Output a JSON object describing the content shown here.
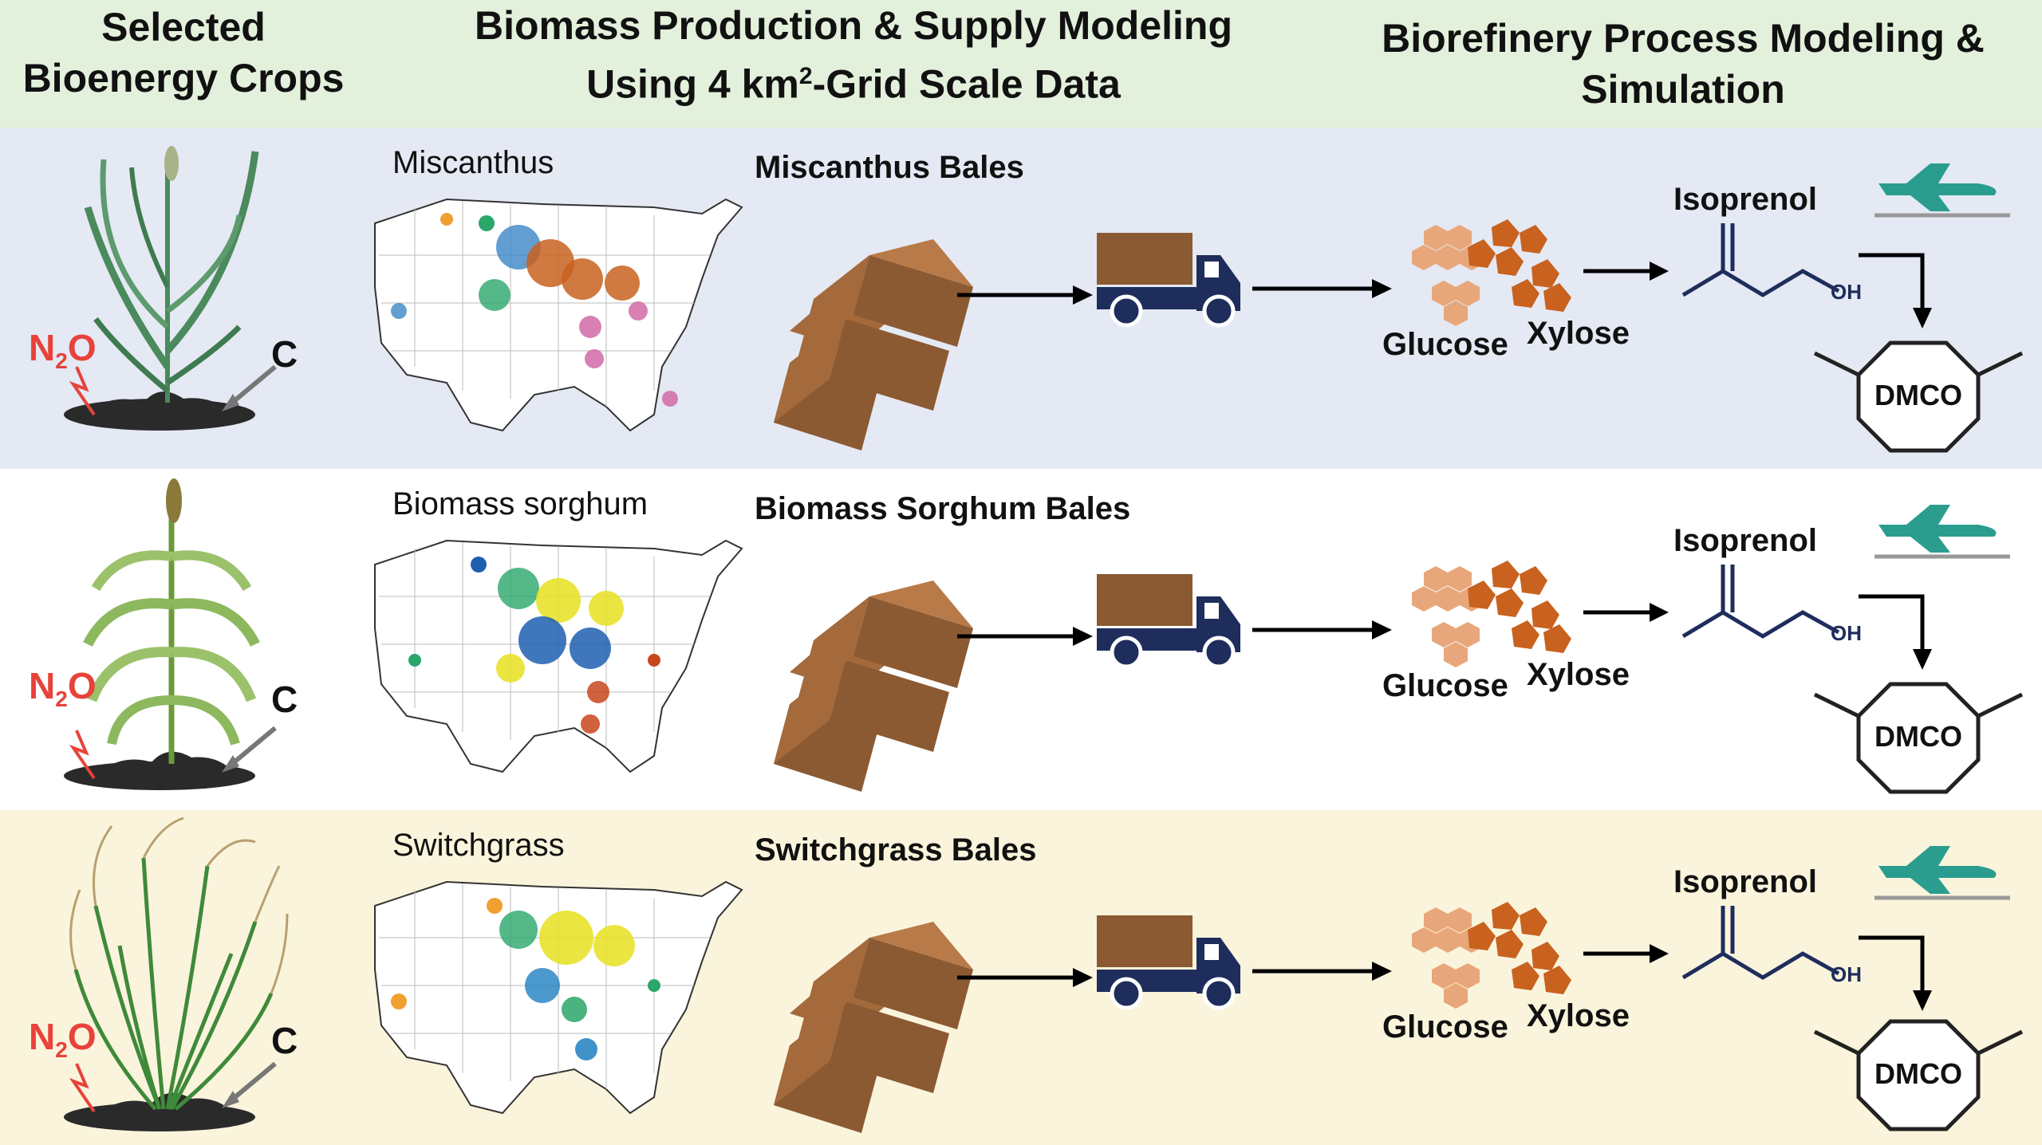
{
  "header": {
    "col1": [
      "Selected",
      "Bioenergy Crops"
    ],
    "col2_line1": "Biomass Production & Supply Modeling",
    "col2_line2_pre": "Using 4 km",
    "col2_line2_sup": "2",
    "col2_line2_post": "-Grid Scale Data",
    "col3": [
      "Biorefinery Process Modeling &",
      "Simulation"
    ]
  },
  "rows": [
    {
      "crop": "Miscanthus",
      "bales": "Miscanthus Bales"
    },
    {
      "crop": "Biomass sorghum",
      "bales": "Biomass Sorghum Bales"
    },
    {
      "crop": "Switchgrass",
      "bales": "Switchgrass Bales"
    }
  ],
  "labels": {
    "n2o_n": "N",
    "n2o_sub": "2",
    "n2o_o": "O",
    "carbon": "C",
    "isoprenol": "Isoprenol",
    "oh": "OH",
    "glucose": "Glucose",
    "xylose": "Xylose",
    "dmco": "DMCO"
  },
  "colors": {
    "header_bg": "#e3f0dc",
    "row1_bg": "#e4e9f4",
    "row2_bg": "#ffffff",
    "row3_bg": "#faf4dc",
    "bale": "#8b5a32",
    "truck": "#1e2d5c",
    "plane": "#2a9d8f",
    "n2o": "#e8423a",
    "glucose": "#e8a77a",
    "xylose": "#c8621e"
  }
}
